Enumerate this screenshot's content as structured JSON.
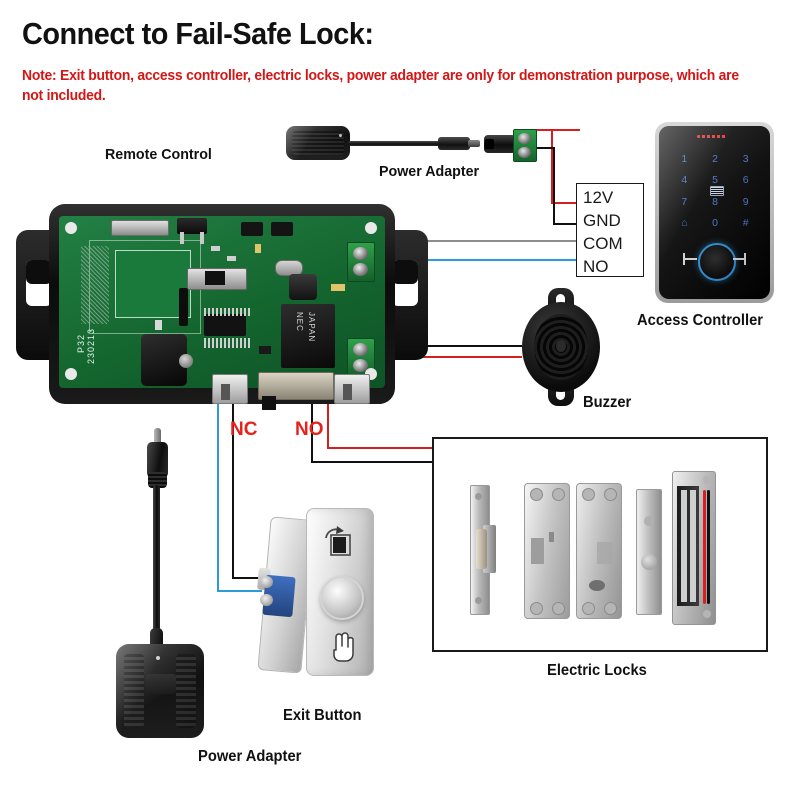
{
  "title": "Connect to Fail-Safe Lock:",
  "note": "Note: Exit button, access controller, electric locks, power adapter are only for demonstration purpose, which are not included.",
  "captions": {
    "remote_control": "Remote Control",
    "power_adapter_top": "Power Adapter",
    "access_controller": "Access Controller",
    "buzzer": "Buzzer",
    "electric_locks": "Electric Locks",
    "exit_button": "Exit Button",
    "power_adapter_bottom": "Power Adapter"
  },
  "terminal_block": {
    "labels": [
      "12V",
      "GND",
      "COM",
      "NO"
    ]
  },
  "relay_labels": {
    "nc": "NC",
    "no": "NO"
  },
  "pcb": {
    "silkscreen_line1": "P32",
    "silkscreen_line2": "230213",
    "relay_text_line1": "NEC",
    "relay_text_line2": "JAPAN"
  },
  "keypad": {
    "keys": [
      "1",
      "2",
      "3",
      "4",
      "5",
      "6",
      "7",
      "8",
      "9",
      "⌂",
      "0",
      "#"
    ]
  },
  "colors": {
    "note_red": "#d31616",
    "label_red": "#e8211b",
    "wire_red": "#d62020",
    "wire_black": "#101010",
    "wire_blue": "#2e9bd8",
    "wire_gray": "#8d8d8d",
    "pcb_green": "#1d7a3a",
    "case_black": "#141414",
    "text_black": "#111111"
  }
}
